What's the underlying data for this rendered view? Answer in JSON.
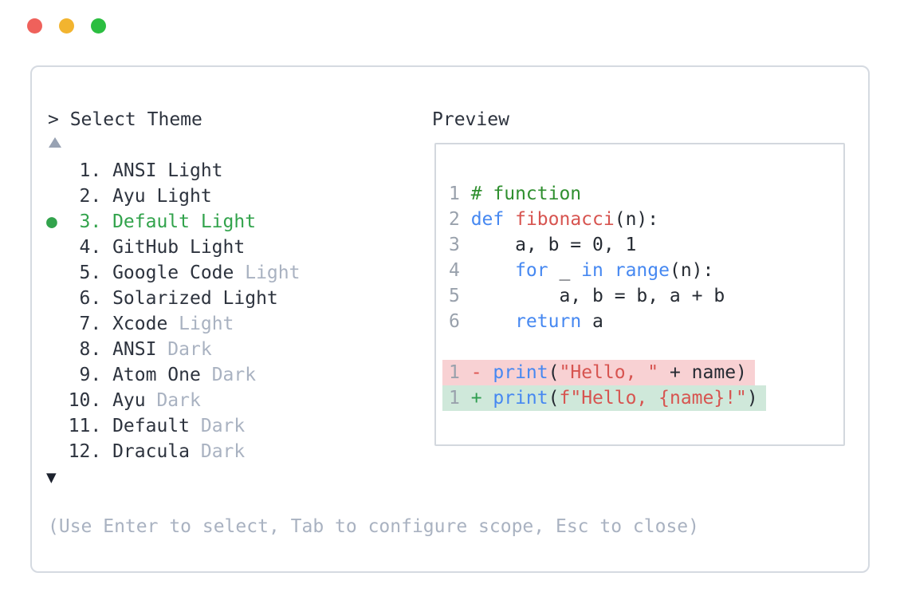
{
  "window": {
    "controls": [
      {
        "name": "close",
        "color": "#ef615b"
      },
      {
        "name": "minimize",
        "color": "#f2b42f"
      },
      {
        "name": "zoom",
        "color": "#2bbe40"
      }
    ]
  },
  "theme_selector": {
    "prompt": "> Select Theme",
    "scroll_down": "▼",
    "selected_bullet": "●",
    "items": [
      {
        "number": "1.",
        "name": "ANSI Light",
        "muted": "",
        "selected": false
      },
      {
        "number": "2.",
        "name": "Ayu Light",
        "muted": "",
        "selected": false
      },
      {
        "number": "3.",
        "name": "Default Light",
        "muted": "",
        "selected": true
      },
      {
        "number": "4.",
        "name": "GitHub Light",
        "muted": "",
        "selected": false
      },
      {
        "number": "5.",
        "name": "Google Code",
        "muted": "Light",
        "selected": false
      },
      {
        "number": "6.",
        "name": "Solarized Light",
        "muted": "",
        "selected": false
      },
      {
        "number": "7.",
        "name": "Xcode",
        "muted": "Light",
        "selected": false
      },
      {
        "number": "8.",
        "name": "ANSI",
        "muted": "Dark",
        "selected": false
      },
      {
        "number": "9.",
        "name": "Atom One",
        "muted": "Dark",
        "selected": false
      },
      {
        "number": "10.",
        "name": "Ayu",
        "muted": "Dark",
        "selected": false
      },
      {
        "number": "11.",
        "name": "Default",
        "muted": "Dark",
        "selected": false
      },
      {
        "number": "12.",
        "name": "Dracula",
        "muted": "Dark",
        "selected": false
      }
    ],
    "hint": "(Use Enter to select, Tab to configure scope, Esc to close)"
  },
  "preview": {
    "label": "Preview",
    "lines": [
      {
        "num": "1",
        "diff": "",
        "tokens": [
          {
            "text": "# function",
            "type": "comment"
          }
        ]
      },
      {
        "num": "2",
        "diff": "",
        "tokens": [
          {
            "text": "def",
            "type": "keyword"
          },
          {
            "text": " ",
            "type": "plain"
          },
          {
            "text": "fibonacci",
            "type": "function"
          },
          {
            "text": "(n):",
            "type": "plain"
          }
        ]
      },
      {
        "num": "3",
        "diff": "",
        "tokens": [
          {
            "text": "    a, b = 0, 1",
            "type": "plain"
          }
        ]
      },
      {
        "num": "4",
        "diff": "",
        "tokens": [
          {
            "text": "    ",
            "type": "plain"
          },
          {
            "text": "for",
            "type": "keyword"
          },
          {
            "text": " _ ",
            "type": "plain"
          },
          {
            "text": "in",
            "type": "keyword"
          },
          {
            "text": " ",
            "type": "plain"
          },
          {
            "text": "range",
            "type": "keyword"
          },
          {
            "text": "(n):",
            "type": "plain"
          }
        ]
      },
      {
        "num": "5",
        "diff": "",
        "tokens": [
          {
            "text": "        a, b = b, a + b",
            "type": "plain"
          }
        ]
      },
      {
        "num": "6",
        "diff": "",
        "tokens": [
          {
            "text": "    ",
            "type": "plain"
          },
          {
            "text": "return",
            "type": "keyword"
          },
          {
            "text": " a",
            "type": "plain"
          }
        ]
      },
      {
        "num": "",
        "diff": "",
        "tokens": []
      },
      {
        "num": "1",
        "diff": "removed",
        "tokens": [
          {
            "text": "- ",
            "type": "minus"
          },
          {
            "text": "print",
            "type": "keyword"
          },
          {
            "text": "(",
            "type": "plain"
          },
          {
            "text": "\"Hello, \"",
            "type": "string"
          },
          {
            "text": " + name)",
            "type": "plain"
          }
        ]
      },
      {
        "num": "1",
        "diff": "added",
        "tokens": [
          {
            "text": "+ ",
            "type": "plus"
          },
          {
            "text": "print",
            "type": "keyword"
          },
          {
            "text": "(",
            "type": "plain"
          },
          {
            "text": "f\"Hello, {name}!\"",
            "type": "string"
          },
          {
            "text": ")",
            "type": "plain"
          }
        ]
      }
    ]
  },
  "colors": {
    "text": "#2d333e",
    "muted": "#a9b2c1",
    "selected": "#32a34c",
    "keyword": "#4688f1",
    "string": "#d75450",
    "comment": "#2f8f2f",
    "linenum": "#99a1ac",
    "code_text": "#262b33",
    "removed_bg": "#f8d1d3",
    "added_bg": "#cfe8da",
    "plus": "#2f9e50",
    "minus": "#df5450",
    "panel_border": "#d5dae1",
    "preview_border": "#d3d8de",
    "scroll_up": "#98a2b3",
    "scroll_down": "#1d222e"
  }
}
